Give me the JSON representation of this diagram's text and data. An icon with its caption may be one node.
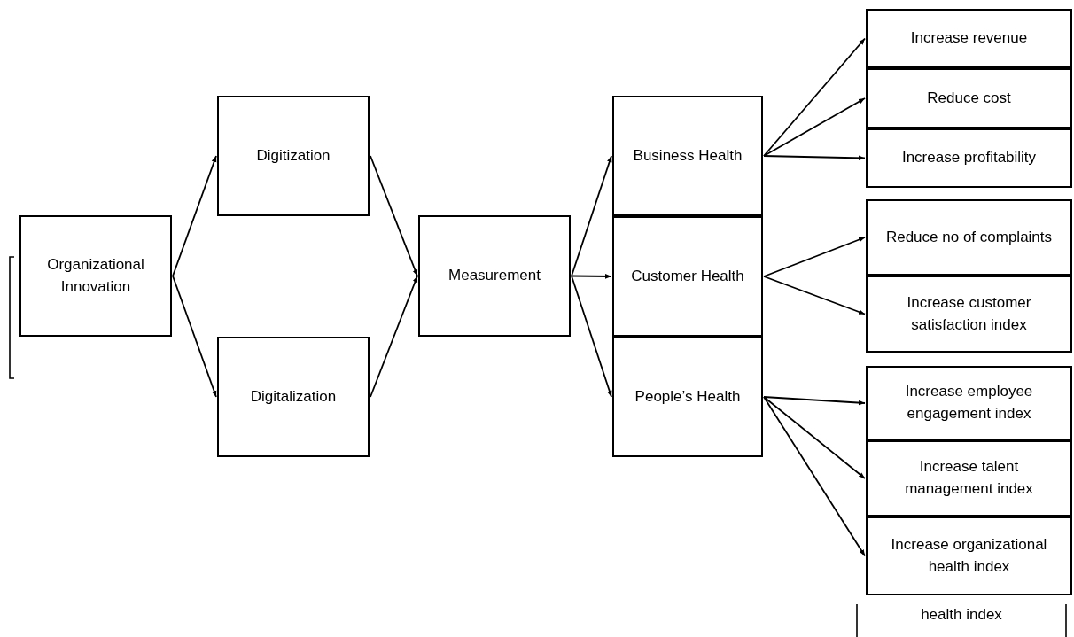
{
  "diagram": {
    "nodes": [
      {
        "text": [
          "Organizational Innovation"
        ]
      },
      {
        "text": [
          "Digitization"
        ]
      },
      {
        "text": [
          "Digitalization"
        ]
      },
      {
        "text": [
          "Measurement"
        ]
      },
      {
        "text": [
          "Business Health"
        ]
      },
      {
        "text": [
          "Customer Health"
        ]
      },
      {
        "text": [
          "People’s Health"
        ]
      },
      {
        "text": [
          "Increase revenue"
        ]
      },
      {
        "text": [
          "Reduce cost"
        ]
      },
      {
        "text": [
          "Increase profitability"
        ]
      },
      {
        "text": [
          "Reduce no of complaints"
        ]
      },
      {
        "text": [
          "Increase customer satisfaction index"
        ]
      },
      {
        "text": [
          "Increase employee engagement index"
        ]
      },
      {
        "text": [
          "Increase talent management index"
        ]
      },
      {
        "text": [
          "Increase organizational health index"
        ]
      }
    ],
    "edges": [
      {
        "from": 0,
        "to": 1,
        "arrow": "to"
      },
      {
        "from": 0,
        "to": 2,
        "arrow": "to"
      },
      {
        "from": 1,
        "to": 3,
        "arrow": "to"
      },
      {
        "from": 2,
        "to": 3,
        "arrow": "to"
      },
      {
        "from": 3,
        "to": 4,
        "arrow": "to"
      },
      {
        "from": 3,
        "to": 5,
        "arrow": "to"
      },
      {
        "from": 3,
        "to": 6,
        "arrow": "to"
      },
      {
        "from": 4,
        "to": 7,
        "arrow": "to"
      },
      {
        "from": 4,
        "to": 8,
        "arrow": "to"
      },
      {
        "from": 4,
        "to": 9,
        "arrow": "to"
      },
      {
        "from": 5,
        "to": 10,
        "arrow": "to"
      },
      {
        "from": 5,
        "to": 11,
        "arrow": "to"
      },
      {
        "from": 6,
        "to": 12,
        "arrow": "to"
      },
      {
        "from": 6,
        "to": 13,
        "arrow": "to"
      },
      {
        "from": 6,
        "to": 14,
        "arrow": "to"
      }
    ],
    "labels": [
      "health index"
    ]
  }
}
